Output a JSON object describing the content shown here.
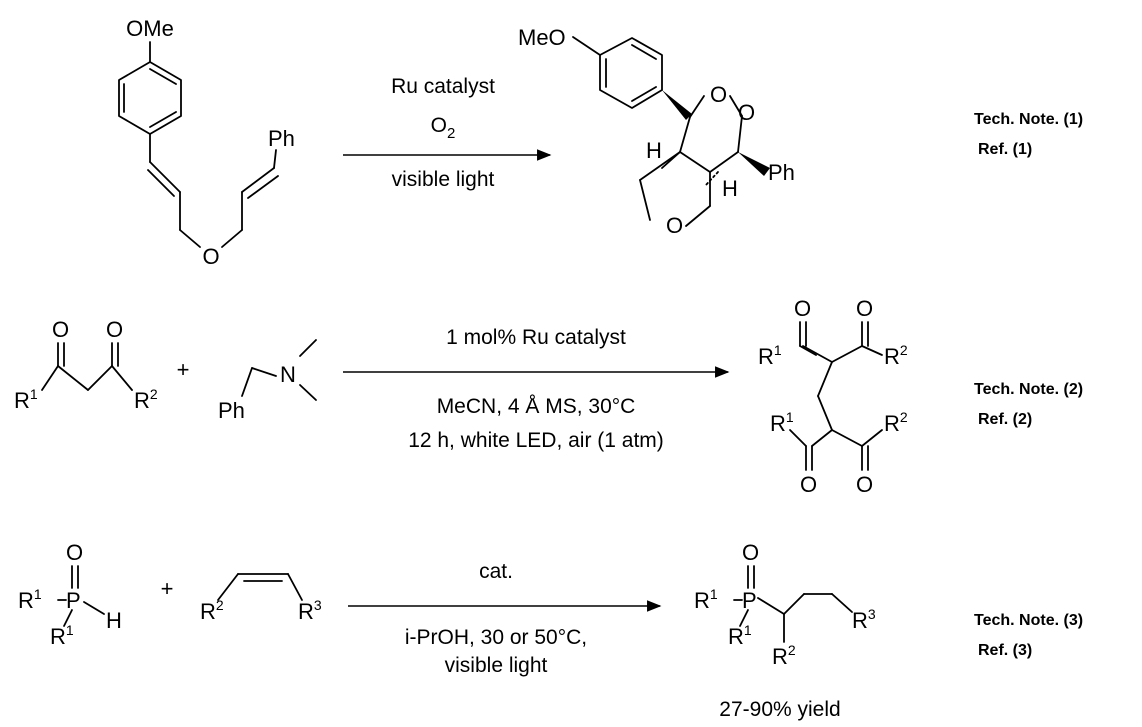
{
  "reactions": [
    {
      "conditions": {
        "above": "Ru catalyst",
        "middle": "O",
        "middle_sub": "2",
        "below": "visible light"
      },
      "start_labels": {
        "methoxy": "OMe",
        "phenyl": "Ph",
        "ether_o": "O"
      },
      "product_labels": {
        "methoxy": "MeO",
        "peroxide_o1": "O",
        "peroxide_o2": "O",
        "ring_o": "O",
        "h1": "H",
        "h2": "H",
        "phenyl": "Ph"
      },
      "note": "Tech. Note. (1)",
      "ref": "Ref. (1)"
    },
    {
      "conditions": {
        "above": "1 mol% Ru catalyst",
        "below1": "MeCN, 4 Å MS, 30°C",
        "below2": "12 h, white LED, air (1 atm)"
      },
      "reactant1": {
        "o1": "O",
        "o2": "O",
        "r1": "R",
        "r1_sup": "1",
        "r2": "R",
        "r2_sup": "2"
      },
      "plus": "+",
      "reactant2": {
        "ph": "Ph",
        "n": "N"
      },
      "product": {
        "o_top1": "O",
        "o_top2": "O",
        "r1_top": "R",
        "r1_top_sup": "1",
        "r2_top": "R",
        "r2_top_sup": "2",
        "r1_bot": "R",
        "r1_bot_sup": "1",
        "r2_bot": "R",
        "r2_bot_sup": "2",
        "o_bot1": "O",
        "o_bot2": "O"
      },
      "note": "Tech. Note. (2)",
      "ref": "Ref. (2)"
    },
    {
      "conditions": {
        "above": "cat.",
        "below1": "i-PrOH, 30 or 50°C,",
        "below2": "visible light"
      },
      "reactant1": {
        "o": "O",
        "p": "P",
        "h": "H",
        "r1a": "R",
        "r1a_sup": "1",
        "r1b": "R",
        "r1b_sup": "1"
      },
      "plus": "+",
      "reactant2": {
        "r2": "R",
        "r2_sup": "2",
        "r3": "R",
        "r3_sup": "3"
      },
      "product": {
        "o": "O",
        "p": "P",
        "r1a": "R",
        "r1a_sup": "1",
        "r1b": "R",
        "r1b_sup": "1",
        "r2": "R",
        "r2_sup": "2",
        "r3": "R",
        "r3_sup": "3"
      },
      "yield": "27-90% yield",
      "note": "Tech. Note. (3)",
      "ref": "Ref. (3)"
    }
  ]
}
